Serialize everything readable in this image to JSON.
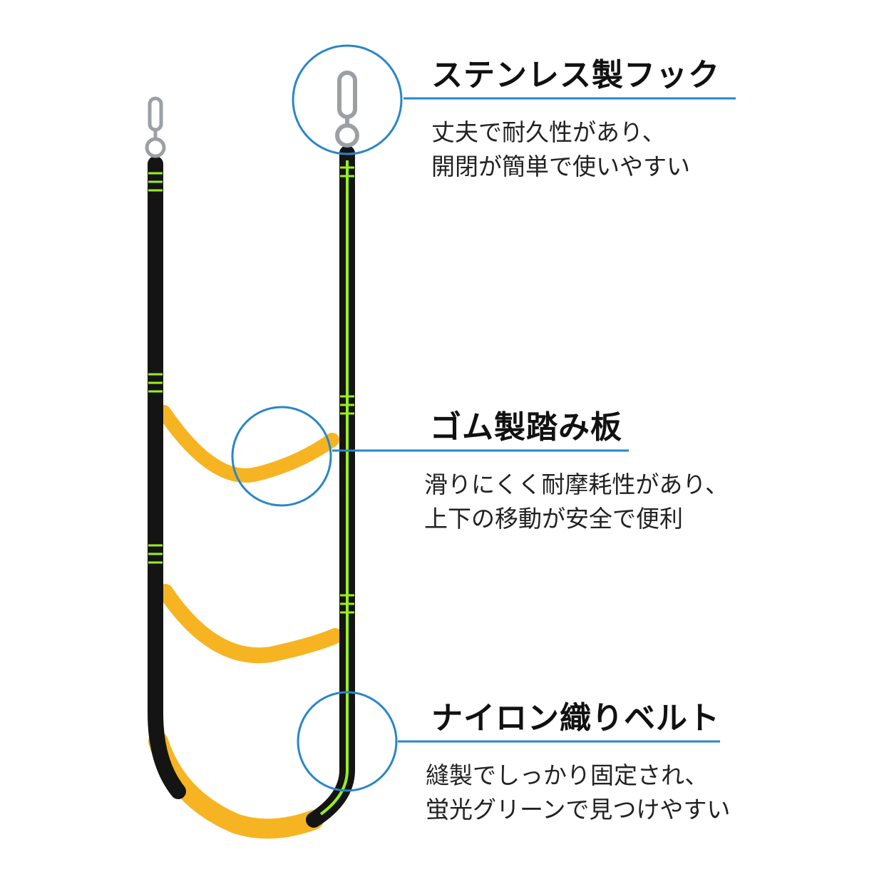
{
  "colors": {
    "accent": "#2a86c8",
    "strap": "#141414",
    "stripe": "#9bef1c",
    "step": "#f7b422",
    "metal": "#9aa0a6"
  },
  "icons": [
    "carabiner-hook-icon",
    "ladder-illustration"
  ],
  "features": [
    {
      "title": "ステンレス製フック",
      "lines": [
        "丈夫で耐久性があり、",
        "開閉が簡単で使いやすい"
      ]
    },
    {
      "title": "ゴム製踏み板",
      "lines": [
        "滑りにくく耐摩耗性があり、",
        "上下の移動が安全で便利"
      ]
    },
    {
      "title": "ナイロン織りベルト",
      "lines": [
        "縫製でしっかり固定され、",
        "蛍光グリーンで見つけやすい"
      ]
    }
  ]
}
